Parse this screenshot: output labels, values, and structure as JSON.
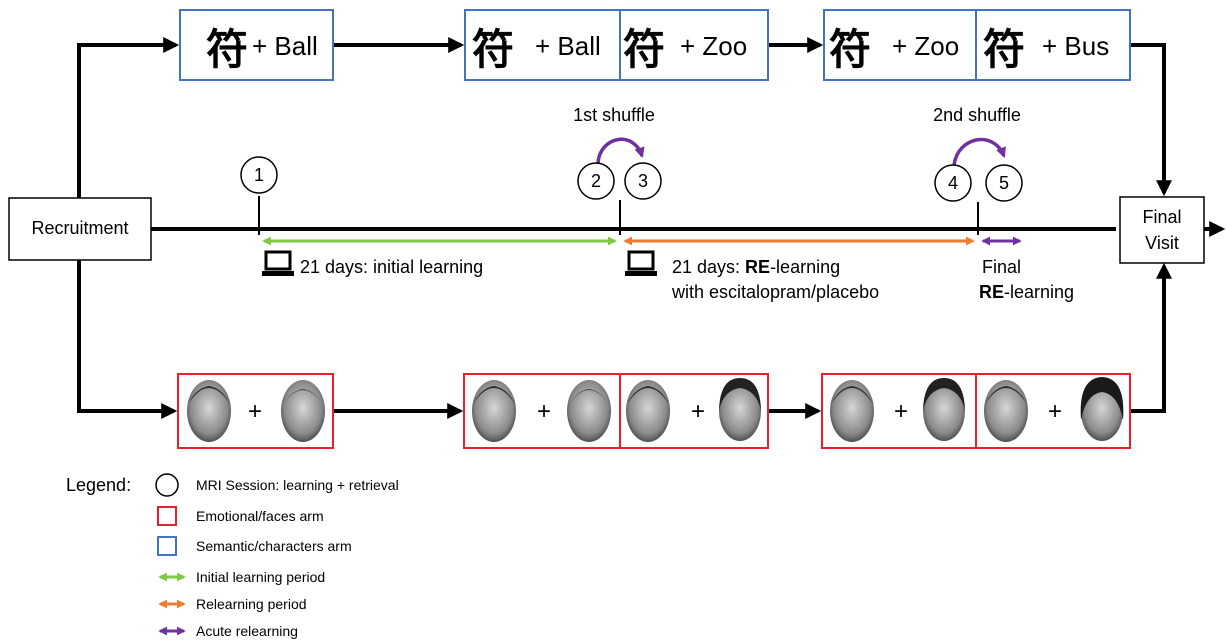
{
  "recruitment": "Recruitment",
  "final_visit": [
    "Final",
    "Visit"
  ],
  "character": "符",
  "semantic_pairs": [
    "+ Ball",
    "+ Ball",
    "+ Zoo",
    "+ Zoo",
    "+ Bus"
  ],
  "plus": "+",
  "shuffles": [
    "1st shuffle",
    "2nd shuffle"
  ],
  "sessions": [
    "1",
    "2",
    "3",
    "4",
    "5"
  ],
  "periods": {
    "initial": "21 days: initial learning",
    "relearn_bold": "RE",
    "relearn_prefix": "21 days: ",
    "relearn_suffix": "-learning",
    "relearn_line2": "with escitalopram/placebo",
    "final_line1": "Final",
    "final_bold": "RE",
    "final_suffix": "-learning"
  },
  "legend": {
    "title": "Legend:",
    "items": [
      "MRI Session: learning + retrieval",
      "Emotional/faces arm",
      "Semantic/characters arm",
      "Initial learning period",
      "Relearning period",
      "Acute relearning"
    ]
  },
  "colors": {
    "semantic_box": "#4472c4",
    "faces_box": "#e8202a",
    "initial": "#7fc845",
    "relearn": "#ed7d31",
    "acute": "#7030a0"
  }
}
